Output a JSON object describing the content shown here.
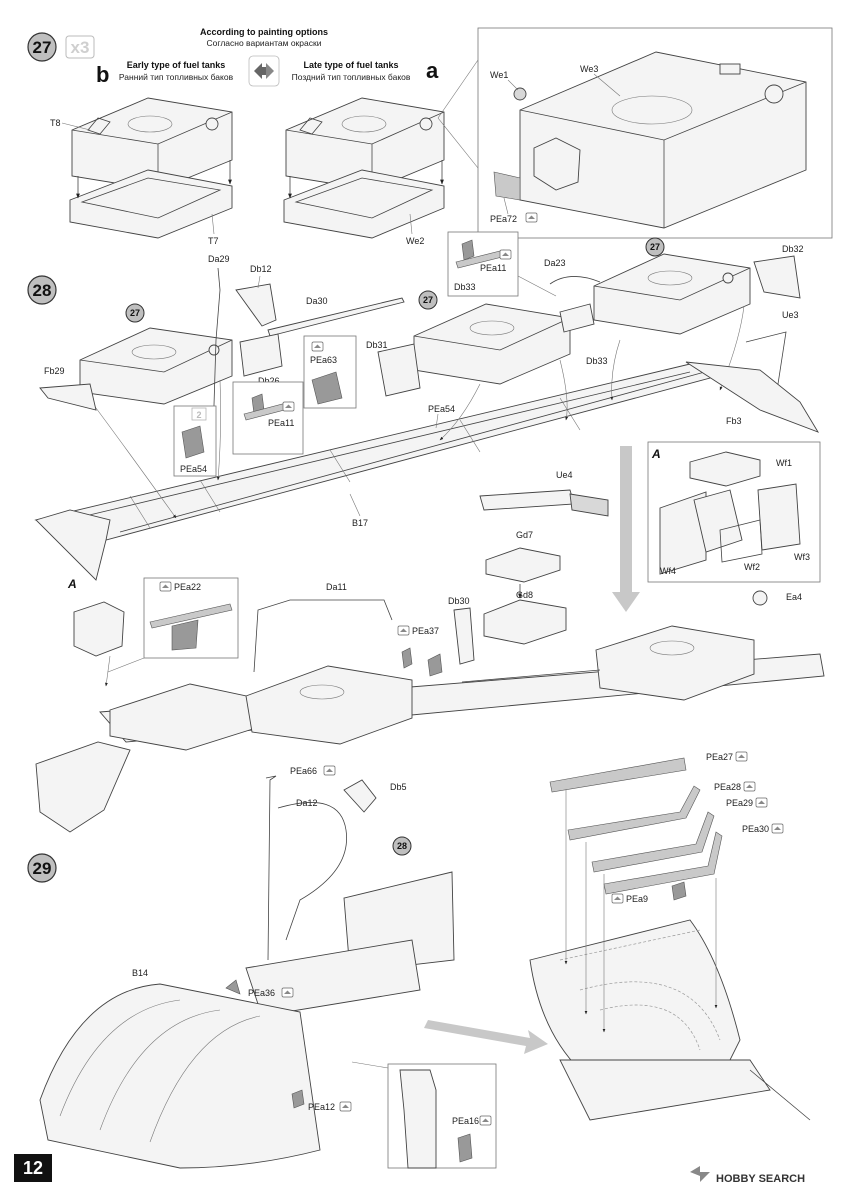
{
  "page_number": "12",
  "watermark": "HOBBY SEARCH",
  "step27": {
    "number": "27",
    "multiplier": "x3",
    "options_title_en": "According to painting options",
    "options_title_ru": "Согласно вариантам окраски",
    "option_b": {
      "letter": "b",
      "title_en": "Early type of fuel tanks",
      "title_ru": "Ранний тип топливных баков"
    },
    "option_a": {
      "letter": "a",
      "title_en": "Late type of fuel tanks",
      "title_ru": "Поздний тип топливных баков"
    },
    "parts": {
      "t8": "T8",
      "t7": "T7",
      "we2": "We2",
      "we1": "We1",
      "we3": "We3",
      "pea72": "PEa72"
    }
  },
  "step28": {
    "number": "28",
    "ref_27": "27",
    "detail_ref": "A",
    "qty_x2": "2",
    "parts": {
      "da29": "Da29",
      "db12": "Db12",
      "da30": "Da30",
      "pea11": "PEa11",
      "pea11b": "PEa11",
      "db33": "Db33",
      "da23": "Da23",
      "db32": "Db32",
      "ue3": "Ue3",
      "fb29": "Fb29",
      "db26": "Db26",
      "pea63": "PEa63",
      "db31": "Db31",
      "db33b": "Db33",
      "pea54": "PEa54",
      "pea54b": "PEa54",
      "fb3": "Fb3",
      "b17": "B17",
      "ue4": "Ue4",
      "gd7": "Gd7",
      "gd8": "Gd8",
      "wf1": "Wf1",
      "wf2": "Wf2",
      "wf3": "Wf3",
      "wf4": "Wf4",
      "pea22": "PEa22",
      "da11": "Da11",
      "db30": "Db30",
      "pea37": "PEa37",
      "ea4": "Ea4"
    }
  },
  "step29": {
    "number": "29",
    "ref_28": "28",
    "parts": {
      "pea66": "PEa66",
      "db5": "Db5",
      "da12": "Da12",
      "pea27": "PEa27",
      "pea28": "PEa28",
      "pea29": "PEa29",
      "pea30": "PEa30",
      "pea9": "PEa9",
      "b14": "B14",
      "pea36": "PEa36",
      "pea12": "PEa12",
      "pea16": "PEa16"
    }
  },
  "icons": {
    "photo_etch": "photo-etch-icon",
    "swap": "swap-arrows-icon"
  }
}
